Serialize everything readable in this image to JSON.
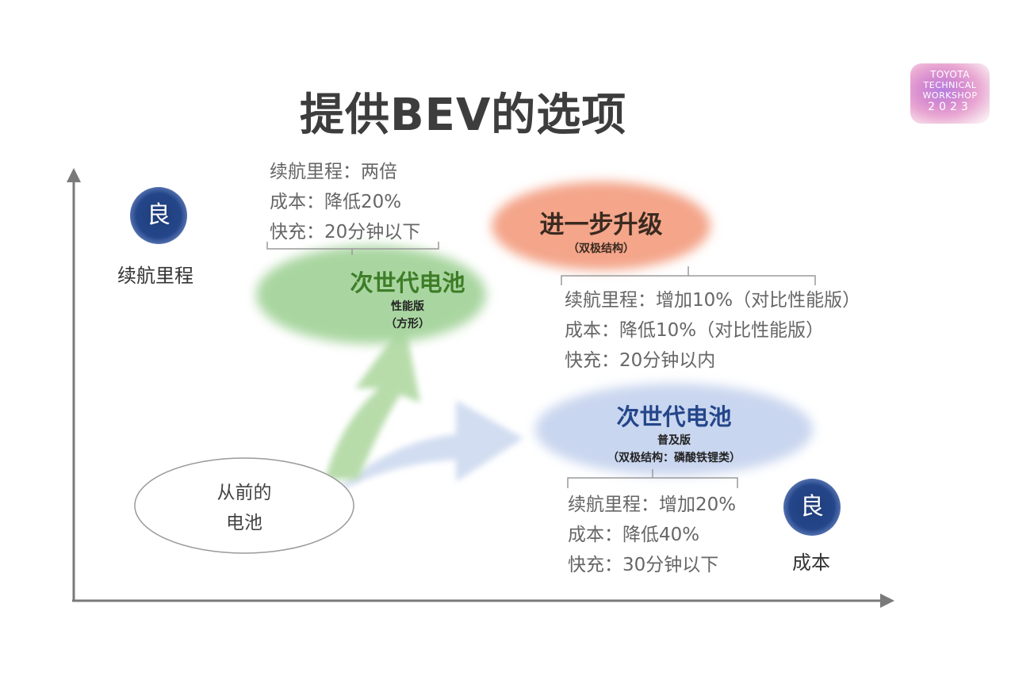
{
  "title": "提供BEV的选项",
  "logo": {
    "line1": "TOYOTA",
    "line2": "TECHNICAL",
    "line3": "WORKSHOP",
    "line4": "2023"
  },
  "y_axis": {
    "badge": "良",
    "label": "续航里程"
  },
  "x_axis": {
    "badge": "良",
    "label": "成本"
  },
  "previous_battery": {
    "line1": "从前的",
    "line2": "电池"
  },
  "performance_battery": {
    "name": "次世代电池",
    "edition": "性能版",
    "shape": "（方形）",
    "specs": [
      "续航里程：两倍",
      "成本：降低20%",
      "快充：20分钟以下"
    ]
  },
  "further_upgrade": {
    "name": "进一步升级",
    "structure": "（双极结构）",
    "specs": [
      "续航里程：增加10%（对比性能版）",
      "成本：降低10%（对比性能版）",
      "快充：20分钟以内"
    ]
  },
  "popular_battery": {
    "name": "次世代电池",
    "edition": "普及版",
    "structure": "（双极结构：磷酸铁锂类）",
    "specs": [
      "续航里程：增加20%",
      "成本：降低40%",
      "快充：30分钟以下"
    ]
  },
  "colors": {
    "green_blob": "#a9d6a0",
    "green_arrow": "#b7dcaa",
    "green_text": "#3e7d28",
    "orange_blob": "#f4a58a",
    "orange_text": "#3a2a20",
    "blue_blob": "#c9d6ef",
    "blue_arrow": "#d2ddf1",
    "blue_text": "#24468a",
    "badge": "#24468a",
    "axis": "#7a7a7a"
  }
}
